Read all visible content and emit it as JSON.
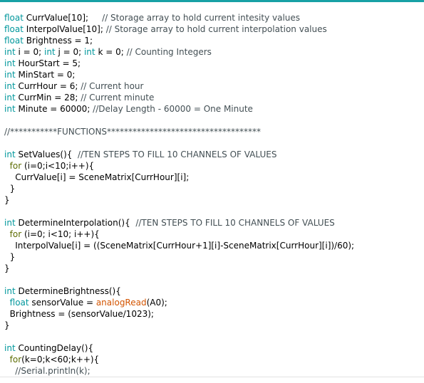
{
  "colors": {
    "type": "#00979c",
    "control": "#5e6d03",
    "builtin": "#d35400",
    "comment": "#434f54",
    "text": "#000000",
    "accent": "#17a1a5"
  },
  "code": {
    "lines": [
      [
        {
          "c": "type",
          "t": "float"
        },
        {
          "c": "plain",
          "t": " CurrValue[10];     "
        },
        {
          "c": "comment",
          "t": "// Storage array to hold current intesity values"
        }
      ],
      [
        {
          "c": "type",
          "t": "float"
        },
        {
          "c": "plain",
          "t": " InterpolValue[10]; "
        },
        {
          "c": "comment",
          "t": "// Storage array to hold current interpolation values"
        }
      ],
      [
        {
          "c": "type",
          "t": "float"
        },
        {
          "c": "plain",
          "t": " Brightness = 1;"
        }
      ],
      [
        {
          "c": "type",
          "t": "int"
        },
        {
          "c": "plain",
          "t": " i = 0; "
        },
        {
          "c": "type",
          "t": "int"
        },
        {
          "c": "plain",
          "t": " j = 0; "
        },
        {
          "c": "type",
          "t": "int"
        },
        {
          "c": "plain",
          "t": " k = 0; "
        },
        {
          "c": "comment",
          "t": "// Counting Integers"
        }
      ],
      [
        {
          "c": "type",
          "t": "int"
        },
        {
          "c": "plain",
          "t": " HourStart = 5;"
        }
      ],
      [
        {
          "c": "type",
          "t": "int"
        },
        {
          "c": "plain",
          "t": " MinStart = 0;"
        }
      ],
      [
        {
          "c": "type",
          "t": "int"
        },
        {
          "c": "plain",
          "t": " CurrHour = 6; "
        },
        {
          "c": "comment",
          "t": "// Current hour"
        }
      ],
      [
        {
          "c": "type",
          "t": "int"
        },
        {
          "c": "plain",
          "t": " CurrMin = 28; "
        },
        {
          "c": "comment",
          "t": "// Current minute"
        }
      ],
      [
        {
          "c": "type",
          "t": "int"
        },
        {
          "c": "plain",
          "t": " Minute = 60000; "
        },
        {
          "c": "comment",
          "t": "//Delay Length - 60000 = One Minute"
        }
      ],
      [],
      [
        {
          "c": "comment",
          "t": "//***********FUNCTIONS************************************"
        }
      ],
      [],
      [
        {
          "c": "type",
          "t": "int"
        },
        {
          "c": "plain",
          "t": " SetValues(){  "
        },
        {
          "c": "comment",
          "t": "//TEN STEPS TO FILL 10 CHANNELS OF VALUES"
        }
      ],
      [
        {
          "c": "plain",
          "t": "  "
        },
        {
          "c": "control",
          "t": "for"
        },
        {
          "c": "plain",
          "t": " (i=0;i<10;i++){"
        }
      ],
      [
        {
          "c": "plain",
          "t": "    CurrValue[i] = SceneMatrix[CurrHour][i];"
        }
      ],
      [
        {
          "c": "plain",
          "t": "  }"
        }
      ],
      [
        {
          "c": "plain",
          "t": "}"
        }
      ],
      [],
      [
        {
          "c": "type",
          "t": "int"
        },
        {
          "c": "plain",
          "t": " DetermineInterpolation(){  "
        },
        {
          "c": "comment",
          "t": "//TEN STEPS TO FILL 10 CHANNELS OF VALUES"
        }
      ],
      [
        {
          "c": "plain",
          "t": "  "
        },
        {
          "c": "control",
          "t": "for"
        },
        {
          "c": "plain",
          "t": " (i=0; i<10; i++){"
        }
      ],
      [
        {
          "c": "plain",
          "t": "    InterpolValue[i] = ((SceneMatrix[CurrHour+1][i]-SceneMatrix[CurrHour][i])/60);"
        }
      ],
      [
        {
          "c": "plain",
          "t": "  }"
        }
      ],
      [
        {
          "c": "plain",
          "t": "}"
        }
      ],
      [],
      [
        {
          "c": "type",
          "t": "int"
        },
        {
          "c": "plain",
          "t": " DetermineBrightness(){"
        }
      ],
      [
        {
          "c": "plain",
          "t": "  "
        },
        {
          "c": "type",
          "t": "float"
        },
        {
          "c": "plain",
          "t": " sensorValue = "
        },
        {
          "c": "builtin",
          "t": "analogRead"
        },
        {
          "c": "plain",
          "t": "(A0);"
        }
      ],
      [
        {
          "c": "plain",
          "t": "  Brightness = (sensorValue/1023);"
        }
      ],
      [
        {
          "c": "plain",
          "t": "}"
        }
      ],
      [],
      [
        {
          "c": "type",
          "t": "int"
        },
        {
          "c": "plain",
          "t": " CountingDelay(){"
        }
      ],
      [
        {
          "c": "plain",
          "t": "  "
        },
        {
          "c": "control",
          "t": "for"
        },
        {
          "c": "plain",
          "t": "(k=0;k<60;k++){"
        }
      ],
      [
        {
          "c": "plain",
          "t": "    "
        },
        {
          "c": "comment",
          "t": "//Serial.println(k);"
        }
      ]
    ]
  }
}
